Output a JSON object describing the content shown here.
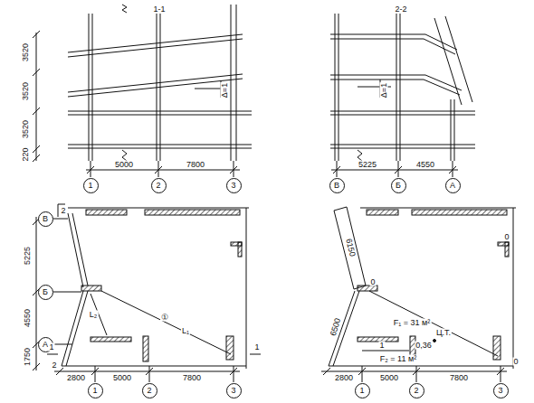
{
  "diagram": {
    "nodes": [
      {
        "text": [
          "1"
        ]
      },
      {
        "text": [
          "2"
        ]
      },
      {
        "text": [
          "3"
        ]
      },
      {
        "text": [
          "В"
        ]
      },
      {
        "text": [
          "Б"
        ]
      },
      {
        "text": [
          "А"
        ]
      },
      {
        "text": [
          "В"
        ]
      },
      {
        "text": [
          "Б"
        ]
      },
      {
        "text": [
          "А"
        ]
      },
      {
        "text": [
          "1"
        ]
      },
      {
        "text": [
          "2"
        ]
      },
      {
        "text": [
          "3"
        ]
      },
      {
        "text": [
          "1"
        ]
      },
      {
        "text": [
          "2"
        ]
      },
      {
        "text": [
          "3"
        ]
      }
    ],
    "edges": [],
    "labels": [
      "1-1",
      "3520",
      "3520",
      "3520",
      "220",
      "Δ=1",
      "5000",
      "7800",
      "2-2",
      "Δ=1",
      "5225",
      "4550",
      "5225",
      "4550",
      "1750",
      "2800",
      "5000",
      "7800",
      "2",
      "2",
      "1",
      "1",
      "L₂",
      "①",
      "L₁",
      "6150",
      "6500",
      "F₁ = 31 м²",
      "F₂ = 11 м²",
      "0,36",
      "Ц.Т.",
      "0",
      "0",
      "0",
      "1",
      "2800",
      "5000",
      "7800"
    ]
  }
}
